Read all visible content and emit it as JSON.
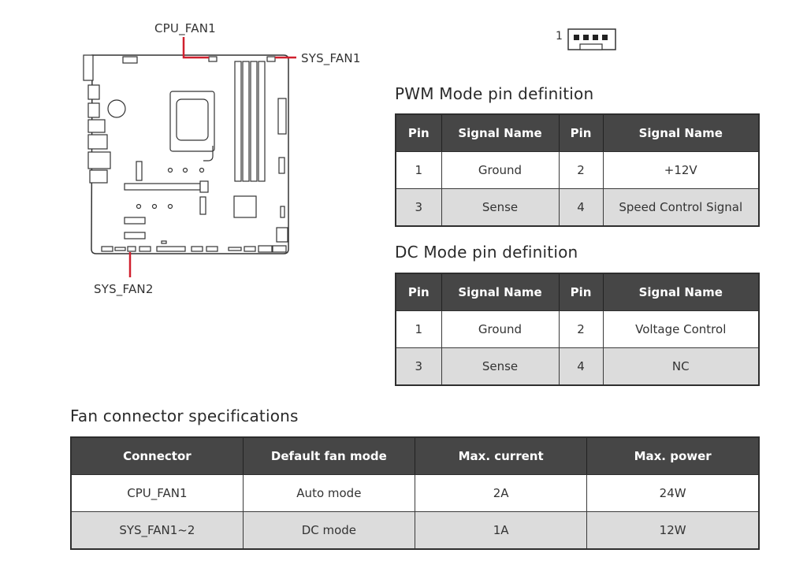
{
  "diagram": {
    "callouts": {
      "cpu_fan1": "CPU_FAN1",
      "sys_fan1": "SYS_FAN1",
      "sys_fan2": "SYS_FAN2"
    },
    "accent_color": "#d0202e",
    "connector_pin1_label": "1"
  },
  "pwm": {
    "title": "PWM Mode pin definition",
    "headers": [
      "Pin",
      "Signal Name",
      "Pin",
      "Signal Name"
    ],
    "rows": [
      [
        "1",
        "Ground",
        "2",
        "+12V"
      ],
      [
        "3",
        "Sense",
        "4",
        "Speed Control Signal"
      ]
    ]
  },
  "dc": {
    "title": "DC Mode pin definition",
    "headers": [
      "Pin",
      "Signal Name",
      "Pin",
      "Signal Name"
    ],
    "rows": [
      [
        "1",
        "Ground",
        "2",
        "Voltage Control"
      ],
      [
        "3",
        "Sense",
        "4",
        "NC"
      ]
    ]
  },
  "specs": {
    "title": "Fan connector specifications",
    "headers": [
      "Connector",
      "Default fan mode",
      "Max. current",
      "Max. power"
    ],
    "rows": [
      [
        "CPU_FAN1",
        "Auto mode",
        "2A",
        "24W"
      ],
      [
        "SYS_FAN1~2",
        "DC mode",
        "1A",
        "12W"
      ]
    ]
  }
}
